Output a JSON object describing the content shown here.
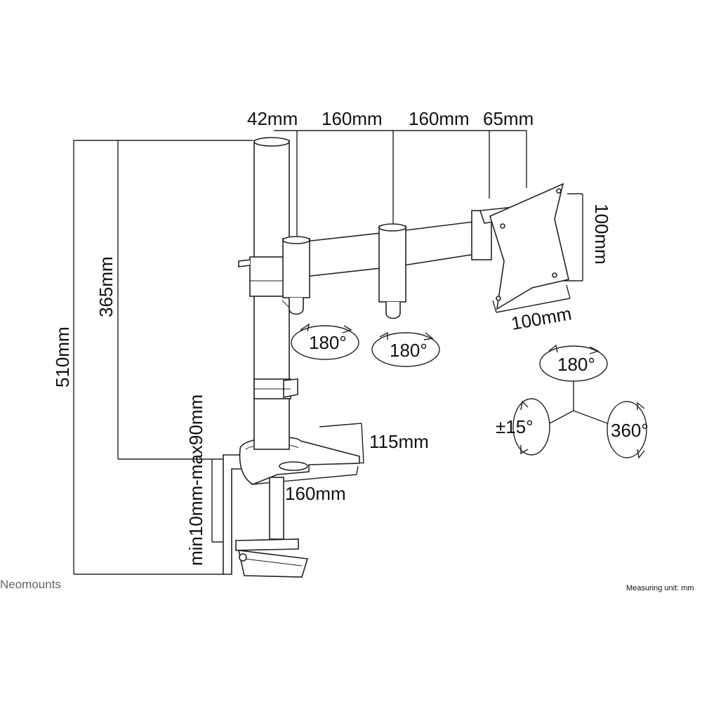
{
  "dimensions": {
    "post_offset": "42mm",
    "arm_1": "160mm",
    "arm_2": "160mm",
    "head_offset": "65mm",
    "vesa_vertical": "100mm",
    "vesa_horizontal": "100mm",
    "total_height": "510mm",
    "arm_height": "365mm",
    "desk_thickness": "min10mm-max90mm",
    "base_depth": "115mm",
    "base_width": "160mm"
  },
  "rotations": {
    "joint_1": "180°",
    "joint_2": "180°",
    "tilt_top": "180°",
    "tilt_side": "±15°",
    "rotate": "360°"
  },
  "brand": "Neomounts",
  "footer_note": "Measuring unit: mm",
  "colors": {
    "line": "#222222",
    "brand_text": "#666666"
  }
}
